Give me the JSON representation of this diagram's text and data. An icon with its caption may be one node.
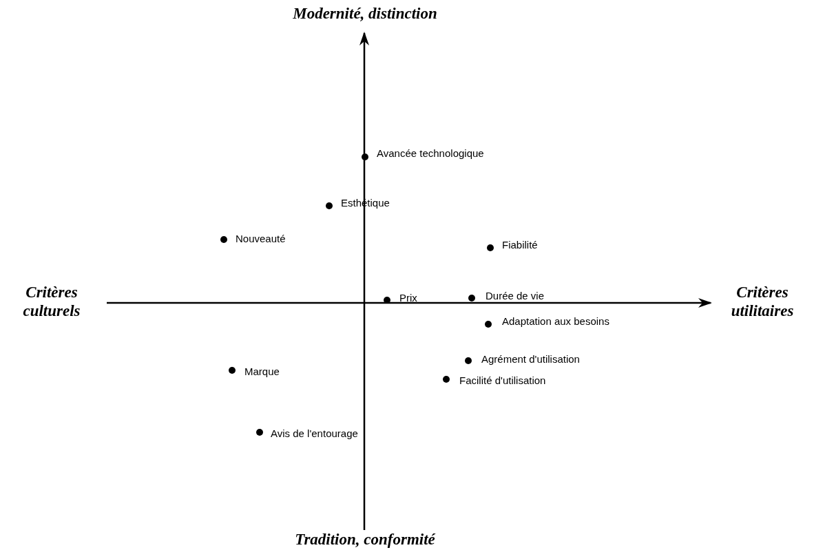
{
  "diagram": {
    "labels": [
      "Modernité, distinction",
      "Avancée technologique",
      "Esthétique",
      "Nouveauté",
      "Fiabilité",
      "Critères culturels",
      "Prix",
      "Durée de vie",
      "Critères utilitaires",
      "Adaptation aux besoins",
      "Agrément d'utilisation",
      "Marque",
      "Facilité d'utilisation",
      "Avis de l'entourage",
      "Tradition, conformité"
    ]
  }
}
